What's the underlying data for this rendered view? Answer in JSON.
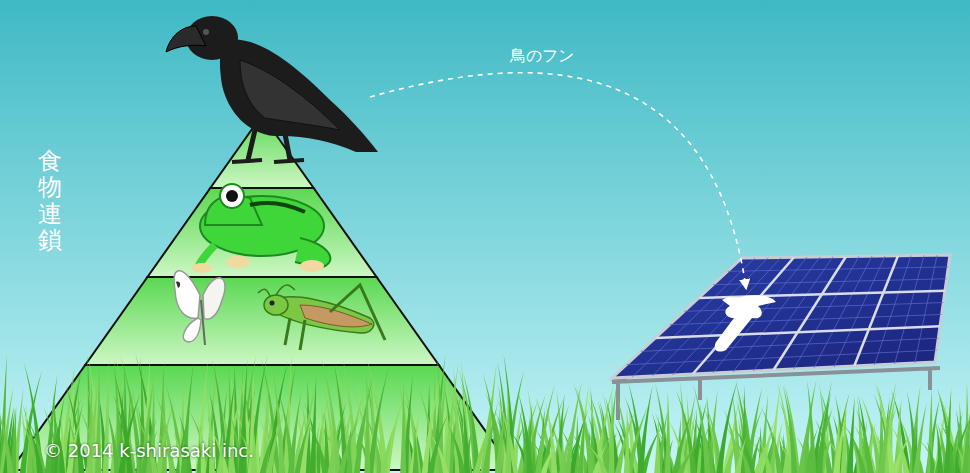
{
  "diagram": {
    "labels": [
      "食物連鎖",
      "鳥のフン",
      "© 2014 k-shirasaki inc."
    ]
  }
}
